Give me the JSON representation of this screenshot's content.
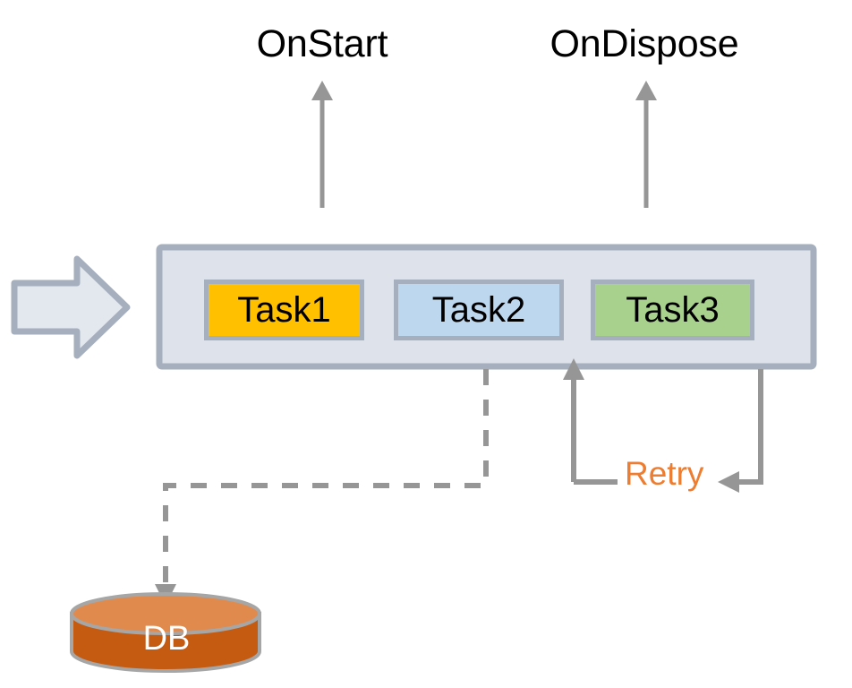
{
  "diagram": {
    "title": "Task pipeline lifecycle diagram",
    "colors": {
      "container_fill": "#DEE2EA",
      "container_border": "#A6AFBE",
      "block_arrow_fill": "#E3E7EE",
      "block_arrow_border": "#A6AFBE",
      "connector_gray": "#969696",
      "retry_orange": "#ED7D31",
      "db_body": "#C55A11",
      "db_top": "#E08A4E",
      "db_outline": "#A6A6A6",
      "task1_fill": "#FFC000",
      "task2_fill": "#BDD7EE",
      "task3_fill": "#A9D18E",
      "text_black": "#000000",
      "text_white": "#FFFFFF"
    },
    "top_labels": [
      {
        "id": "onstart",
        "text": "OnStart"
      },
      {
        "id": "ondispose",
        "text": "OnDispose"
      }
    ],
    "input_arrow": {
      "icon": "block-arrow-right-icon",
      "label": ""
    },
    "container": {
      "label": "",
      "tasks": [
        {
          "id": "task1",
          "label": "Task1",
          "fill": "#FFC000"
        },
        {
          "id": "task2",
          "label": "Task2",
          "fill": "#BDD7EE"
        },
        {
          "id": "task3",
          "label": "Task3",
          "fill": "#A9D18E"
        }
      ]
    },
    "retry_loop": {
      "label": "Retry",
      "color": "#ED7D31",
      "source_task": "Task3",
      "target_task": "Task2",
      "style": "solid"
    },
    "db_link": {
      "style": "dashed",
      "color": "#969696",
      "source_task": "Task2",
      "target": "DB"
    },
    "datastore": {
      "label": "DB",
      "shape": "cylinder-icon"
    }
  }
}
